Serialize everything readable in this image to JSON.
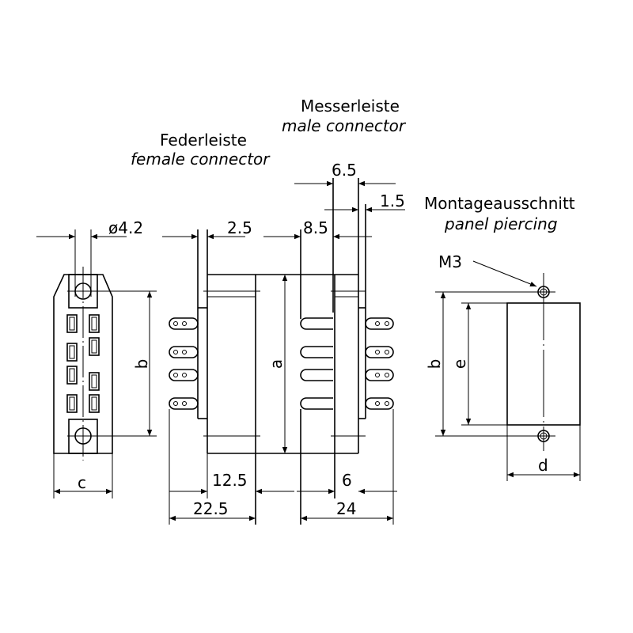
{
  "labels": {
    "female_de": "Federleiste",
    "female_en": "female connector",
    "male_de": "Messerleiste",
    "male_en": "male connector",
    "panel_de": "Montageausschnitt",
    "panel_en": "panel piercing",
    "thread": "M3"
  },
  "dimensions": {
    "hole_dia": "ø4.2",
    "plate_female": "2.5",
    "male_offset": "8.5",
    "male_width": "6.5",
    "male_plate": "1.5",
    "female_body": "12.5",
    "female_total": "22.5",
    "male_body": "6",
    "male_total": "24",
    "b": "b",
    "c": "c",
    "a": "a",
    "e": "e",
    "d": "d"
  }
}
